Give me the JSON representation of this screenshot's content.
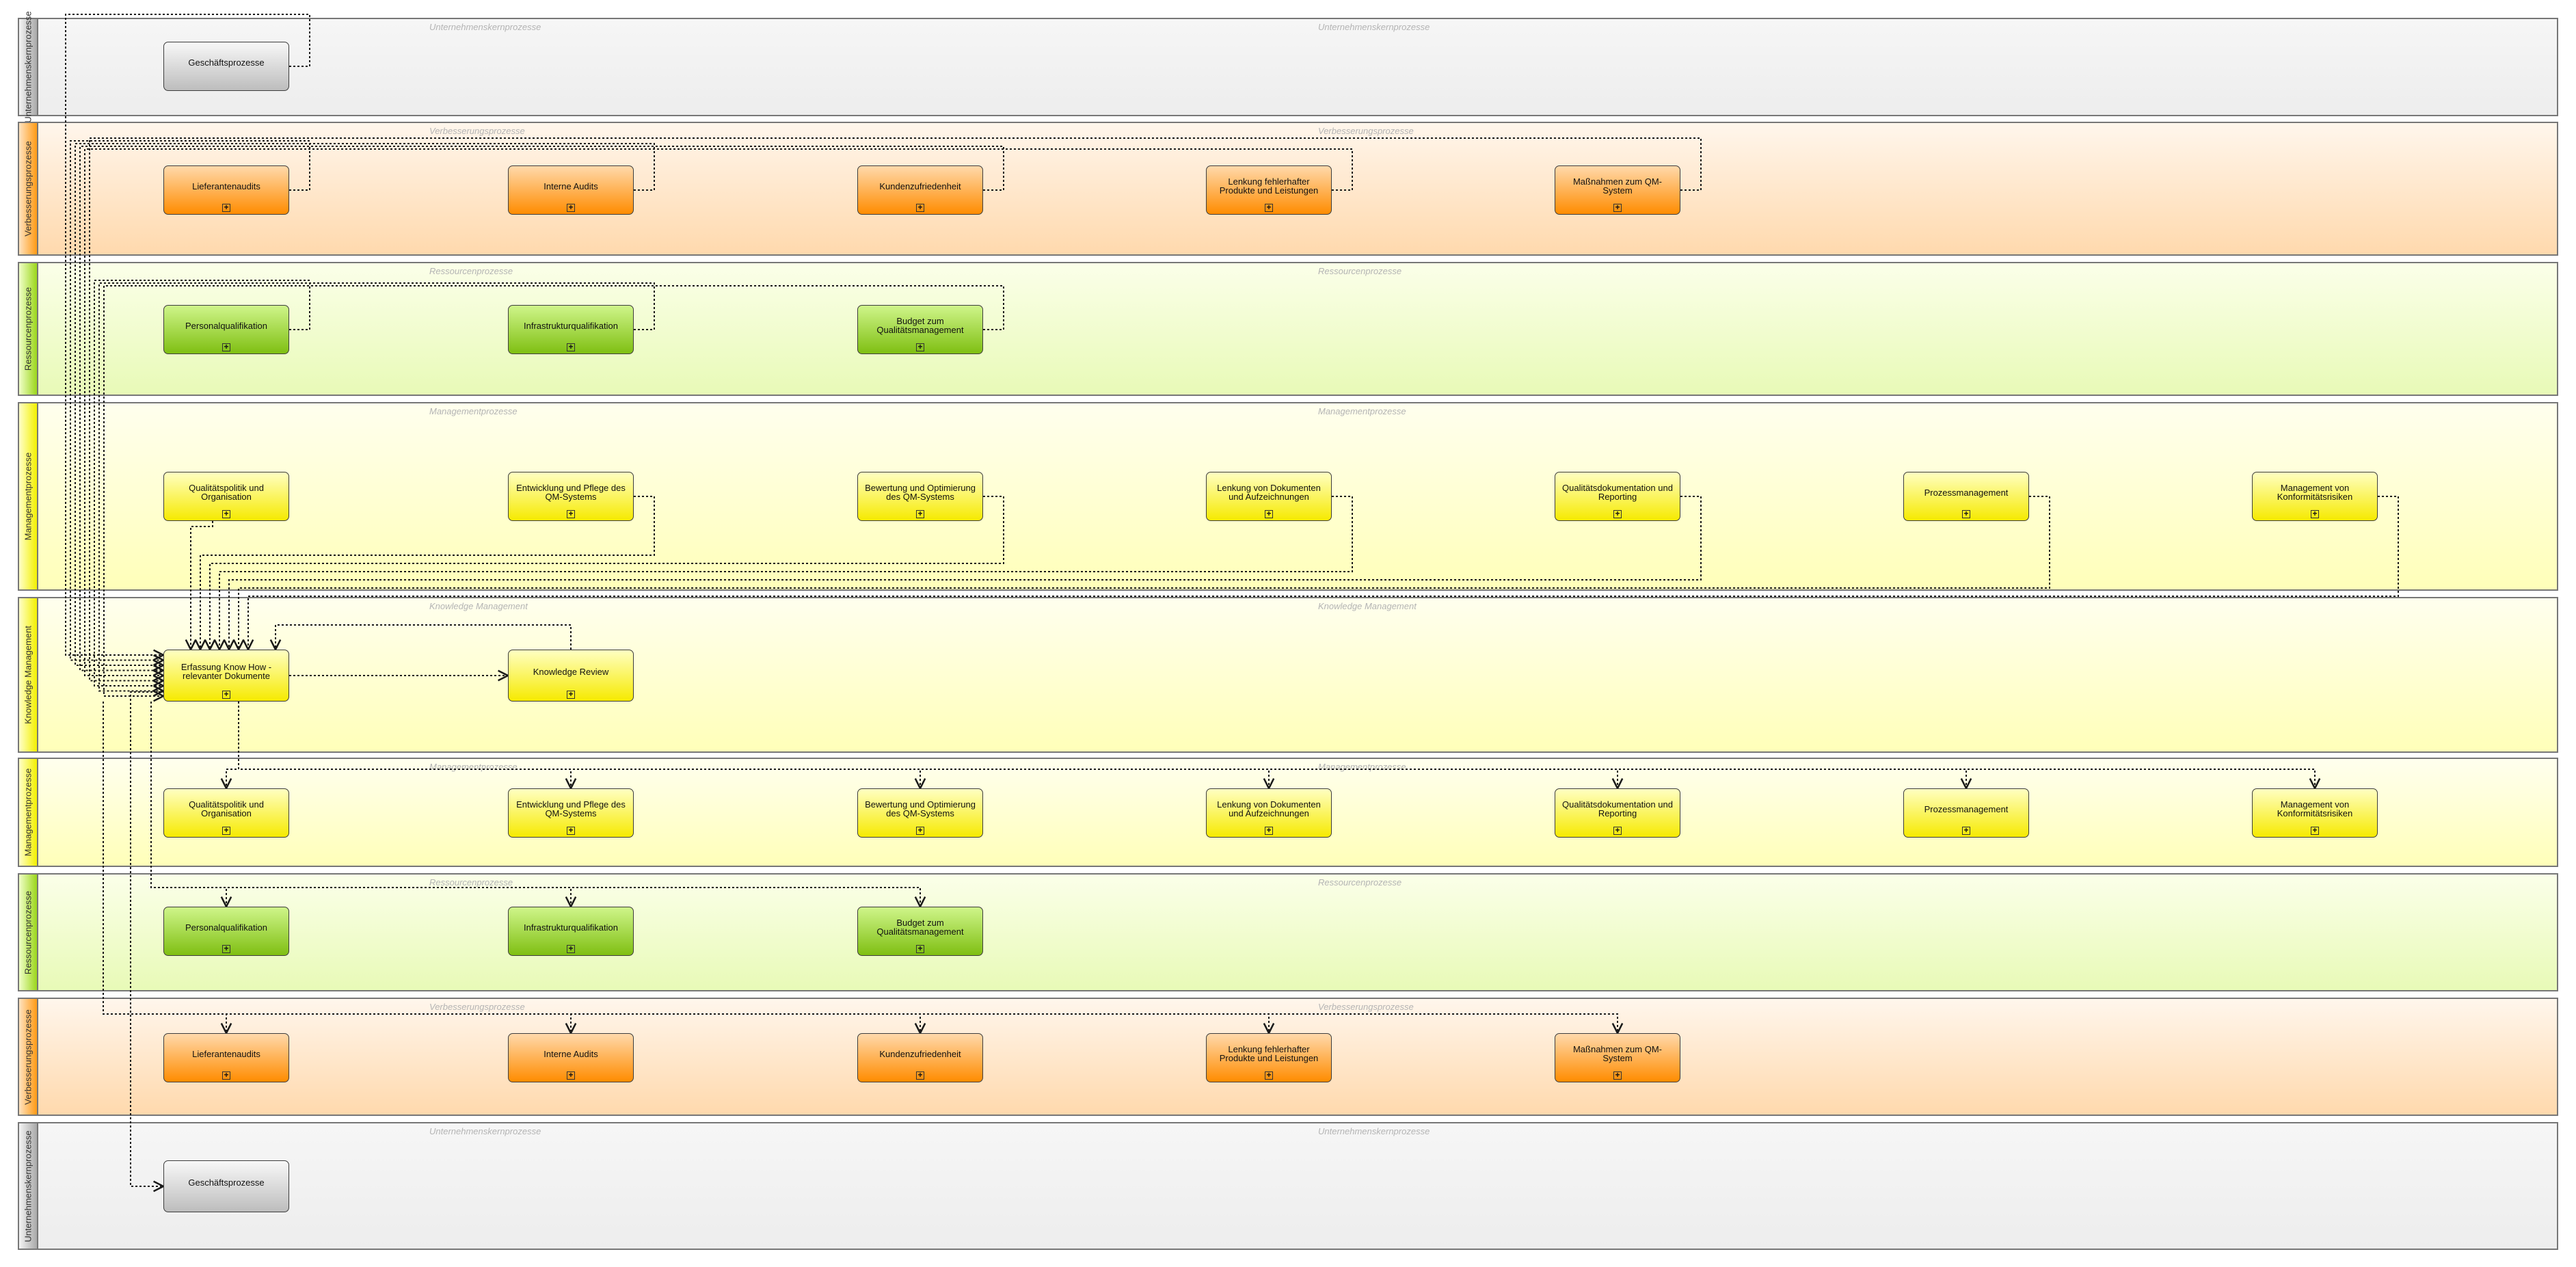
{
  "lanes": [
    {
      "id": "u1",
      "title": "Unternehmenskernprozesse",
      "tag": "Unternehmenskernprozesse",
      "theme": "grey"
    },
    {
      "id": "v1",
      "title": "Verbesserungsprozesse",
      "tag": "Verbesserungsprozesse",
      "theme": "orange"
    },
    {
      "id": "r1",
      "title": "Ressourcenprozesse",
      "tag": "Ressourcenprozesse",
      "theme": "green"
    },
    {
      "id": "m1",
      "title": "Managementprozesse",
      "tag": "Managementprozesse",
      "theme": "yellow"
    },
    {
      "id": "k1",
      "title": "Knowledge Management",
      "tag": "Knowledge Management",
      "theme": "yellow"
    },
    {
      "id": "m2",
      "title": "Managementprozesse",
      "tag": "Managementprozesse",
      "theme": "yellow"
    },
    {
      "id": "r2",
      "title": "Ressourcenprozesse",
      "tag": "Ressourcenprozesse",
      "theme": "green"
    },
    {
      "id": "v2",
      "title": "Verbesserungsprozesse",
      "tag": "Verbesserungsprozesse",
      "theme": "orange"
    },
    {
      "id": "u2",
      "title": "Unternehmenskernprozesse",
      "tag": "Unternehmenskernprozesse",
      "theme": "grey"
    }
  ],
  "tasks": {
    "geschaeft_top": {
      "label": "Geschäftsprozesse",
      "color": "grey",
      "expandable": false
    },
    "v1_lieferanten": {
      "label": "Lieferantenaudits",
      "color": "orange",
      "expandable": true
    },
    "v1_audits": {
      "label": "Interne Audits",
      "color": "orange",
      "expandable": true
    },
    "v1_kunden": {
      "label": "Kundenzufriedenheit",
      "color": "orange",
      "expandable": true
    },
    "v1_lenkung": {
      "label": "Lenkung fehlerhafter Produkte und Leistungen",
      "color": "orange",
      "expandable": true
    },
    "v1_massnahmen": {
      "label": "Maßnahmen zum QM-System",
      "color": "orange",
      "expandable": true
    },
    "r1_personal": {
      "label": "Personalqualifikation",
      "color": "green",
      "expandable": true
    },
    "r1_infra": {
      "label": "Infrastrukturqualifikation",
      "color": "green",
      "expandable": true
    },
    "r1_budget": {
      "label": "Budget zum Qualitätsmanagement",
      "color": "green",
      "expandable": true
    },
    "m1_politik": {
      "label": "Qualitätspolitik und Organisation",
      "color": "yellow",
      "expandable": true
    },
    "m1_entwicklung": {
      "label": "Entwicklung und Pflege des QM-Systems",
      "color": "yellow",
      "expandable": true
    },
    "m1_bewertung": {
      "label": "Bewertung und Optimierung des QM-Systems",
      "color": "yellow",
      "expandable": true
    },
    "m1_lenkung": {
      "label": "Lenkung von Dokumenten und Aufzeichnungen",
      "color": "yellow",
      "expandable": true
    },
    "m1_doku": {
      "label": "Qualitätsdokumentation und Reporting",
      "color": "yellow",
      "expandable": true
    },
    "m1_prozess": {
      "label": "Prozessmanagement",
      "color": "yellow",
      "expandable": true
    },
    "m1_konform": {
      "label": "Management von Konformitätsrisiken",
      "color": "yellow",
      "expandable": true
    },
    "k_erfassung": {
      "label": "Erfassung Know How - relevanter Dokumente",
      "color": "yellow",
      "expandable": true
    },
    "k_review": {
      "label": "Knowledge Review",
      "color": "yellow",
      "expandable": true
    },
    "m2_politik": {
      "label": "Qualitätspolitik und Organisation",
      "color": "yellow",
      "expandable": true
    },
    "m2_entwicklung": {
      "label": "Entwicklung und Pflege des QM-Systems",
      "color": "yellow",
      "expandable": true
    },
    "m2_bewertung": {
      "label": "Bewertung und Optimierung des QM-Systems",
      "color": "yellow",
      "expandable": true
    },
    "m2_lenkung": {
      "label": "Lenkung von Dokumenten und Aufzeichnungen",
      "color": "yellow",
      "expandable": true
    },
    "m2_doku": {
      "label": "Qualitätsdokumentation und Reporting",
      "color": "yellow",
      "expandable": true
    },
    "m2_prozess": {
      "label": "Prozessmanagement",
      "color": "yellow",
      "expandable": true
    },
    "m2_konform": {
      "label": "Management von Konformitätsrisiken",
      "color": "yellow",
      "expandable": true
    },
    "r2_personal": {
      "label": "Personalqualifikation",
      "color": "green",
      "expandable": true
    },
    "r2_infra": {
      "label": "Infrastrukturqualifikation",
      "color": "green",
      "expandable": true
    },
    "r2_budget": {
      "label": "Budget zum Qualitätsmanagement",
      "color": "green",
      "expandable": true
    },
    "v2_lieferanten": {
      "label": "Lieferantenaudits",
      "color": "orange",
      "expandable": true
    },
    "v2_audits": {
      "label": "Interne Audits",
      "color": "orange",
      "expandable": true
    },
    "v2_kunden": {
      "label": "Kundenzufriedenheit",
      "color": "orange",
      "expandable": true
    },
    "v2_lenkung": {
      "label": "Lenkung fehlerhafter Produkte und Leistungen",
      "color": "orange",
      "expandable": true
    },
    "v2_massnahmen": {
      "label": "Maßnahmen zum QM-System",
      "color": "orange",
      "expandable": true
    },
    "geschaeft_bottom": {
      "label": "Geschäftsprozesse",
      "color": "grey",
      "expandable": false
    }
  },
  "flows": [
    {
      "from": "geschaeft_top",
      "to": "k_erfassung"
    },
    {
      "from": "v1_lieferanten",
      "to": "k_erfassung"
    },
    {
      "from": "v1_audits",
      "to": "k_erfassung"
    },
    {
      "from": "v1_kunden",
      "to": "k_erfassung"
    },
    {
      "from": "v1_lenkung",
      "to": "k_erfassung"
    },
    {
      "from": "v1_massnahmen",
      "to": "k_erfassung"
    },
    {
      "from": "r1_personal",
      "to": "k_erfassung"
    },
    {
      "from": "r1_infra",
      "to": "k_erfassung"
    },
    {
      "from": "r1_budget",
      "to": "k_erfassung"
    },
    {
      "from": "m1_politik",
      "to": "k_erfassung"
    },
    {
      "from": "m1_entwicklung",
      "to": "k_erfassung"
    },
    {
      "from": "m1_bewertung",
      "to": "k_erfassung"
    },
    {
      "from": "m1_lenkung",
      "to": "k_erfassung"
    },
    {
      "from": "m1_doku",
      "to": "k_erfassung"
    },
    {
      "from": "m1_prozess",
      "to": "k_erfassung"
    },
    {
      "from": "m1_konform",
      "to": "k_erfassung"
    },
    {
      "from": "k_erfassung",
      "to": "k_review"
    },
    {
      "from": "k_review",
      "to": "k_erfassung"
    },
    {
      "from": "k_erfassung",
      "to": "m2_politik"
    },
    {
      "from": "k_erfassung",
      "to": "m2_entwicklung"
    },
    {
      "from": "k_erfassung",
      "to": "m2_bewertung"
    },
    {
      "from": "k_erfassung",
      "to": "m2_lenkung"
    },
    {
      "from": "k_erfassung",
      "to": "m2_doku"
    },
    {
      "from": "k_erfassung",
      "to": "m2_prozess"
    },
    {
      "from": "k_erfassung",
      "to": "m2_konform"
    },
    {
      "from": "k_erfassung",
      "to": "r2_personal"
    },
    {
      "from": "k_erfassung",
      "to": "r2_infra"
    },
    {
      "from": "k_erfassung",
      "to": "r2_budget"
    },
    {
      "from": "k_erfassung",
      "to": "v2_lieferanten"
    },
    {
      "from": "k_erfassung",
      "to": "v2_audits"
    },
    {
      "from": "k_erfassung",
      "to": "v2_kunden"
    },
    {
      "from": "k_erfassung",
      "to": "v2_lenkung"
    },
    {
      "from": "k_erfassung",
      "to": "v2_massnahmen"
    },
    {
      "from": "k_erfassung",
      "to": "geschaeft_bottom"
    }
  ],
  "colors": {
    "connector": "#1a1a1a",
    "lane_border": "#777777"
  }
}
